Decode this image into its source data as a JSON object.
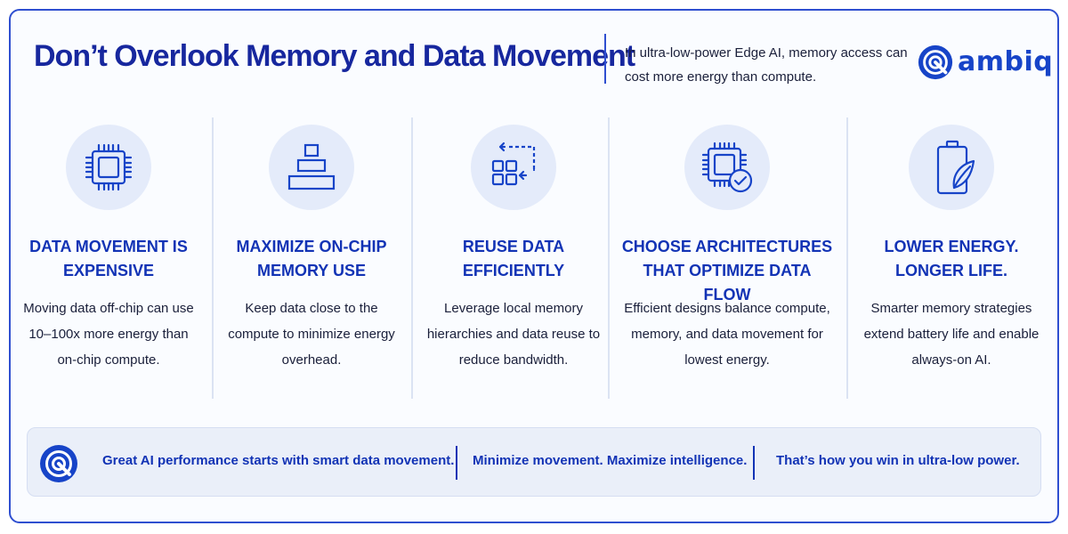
{
  "header": {
    "title": "Don’t Overlook Memory and Data Movement",
    "subtitle": "In ultra-low-power Edge AI, memory access can cost more energy than compute.",
    "brand": "ambiq"
  },
  "columns": [
    {
      "icon": "processor-chip-icon",
      "title": "Data movement is expensive",
      "body": "Moving data off-chip can use 10–100x more energy than on-chip compute."
    },
    {
      "icon": "stacked-memory-icon",
      "title": "Maximize on-chip memory use",
      "body": "Keep data close to the compute to minimize energy overhead."
    },
    {
      "icon": "data-reuse-grid-icon",
      "title": "Reuse data efficiently",
      "body": "Leverage local memory hierarchies and data reuse to reduce bandwidth."
    },
    {
      "icon": "chip-checkmark-icon",
      "title": "Choose architectures that optimize data flow",
      "body": "Efficient designs balance compute, memory, and data movement for lowest energy."
    },
    {
      "icon": "battery-leaf-icon",
      "title": "Lower energy. Longer life.",
      "body": "Smarter memory strategies extend battery life and enable always-on AI."
    }
  ],
  "footer": {
    "items": [
      "Great AI performance starts with smart data movement.",
      "Minimize movement. Maximize intelligence.",
      "That’s how you win in ultra-low power."
    ]
  },
  "colors": {
    "primary": "#1233b5",
    "accent": "#1744c8",
    "icon_bg": "#e4ebfa",
    "border": "#2f4fd0"
  }
}
